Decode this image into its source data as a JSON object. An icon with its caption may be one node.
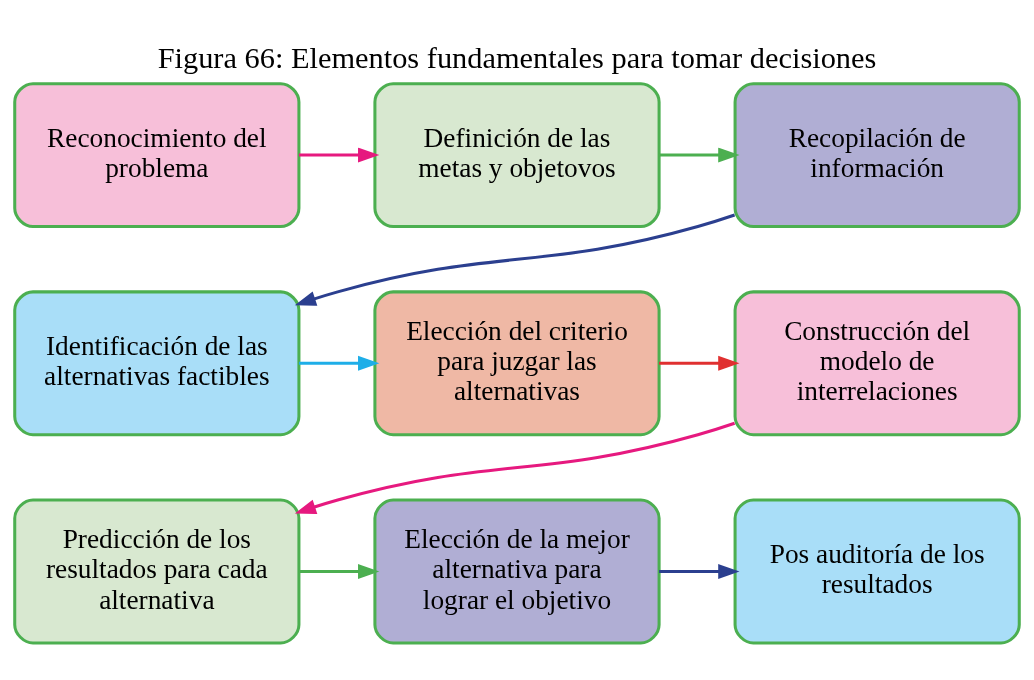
{
  "diagram": {
    "title": "Figura 66: Elementos fundamentales para tomar decisiones",
    "nodes": [
      {
        "text": [
          "Reconocimiento del problema"
        ]
      },
      {
        "text": [
          "Definición de las metas y objetovos"
        ]
      },
      {
        "text": [
          "Recopilación de información"
        ]
      },
      {
        "text": [
          "Identificación de las alternativas factibles"
        ]
      },
      {
        "text": [
          "Elección del criterio para juzgar las alternativas"
        ]
      },
      {
        "text": [
          "Construcción del modelo de interrelaciones"
        ]
      },
      {
        "text": [
          "Predicción de los resultados para cada alternativa"
        ]
      },
      {
        "text": [
          "Elección de la mejor alternativa para lograr el objetivo"
        ]
      },
      {
        "text": [
          "Pos auditoría de los resultados"
        ]
      }
    ],
    "edges": [
      {
        "from": 0,
        "to": 1,
        "arrow": "to",
        "color": "#e6197f"
      },
      {
        "from": 1,
        "to": 2,
        "arrow": "to",
        "color": "#4caf50"
      },
      {
        "from": 2,
        "to": 3,
        "arrow": "to",
        "color": "#2b3f8f"
      },
      {
        "from": 3,
        "to": 4,
        "arrow": "to",
        "color": "#1eaee8"
      },
      {
        "from": 4,
        "to": 5,
        "arrow": "to",
        "color": "#e03030"
      },
      {
        "from": 5,
        "to": 6,
        "arrow": "to",
        "color": "#e6197f"
      },
      {
        "from": 6,
        "to": 7,
        "arrow": "to",
        "color": "#4caf50"
      },
      {
        "from": 7,
        "to": 8,
        "arrow": "to",
        "color": "#2b3f8f"
      }
    ]
  }
}
